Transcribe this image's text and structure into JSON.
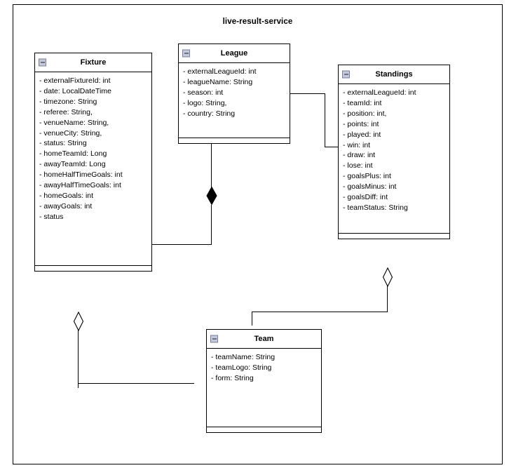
{
  "diagram": {
    "title": "live-result-service",
    "type": "uml-class-diagram"
  },
  "classes": [
    {
      "id": "fixture",
      "name": "Fixture",
      "collapse_icon": "collapse-minus-icon",
      "attributes": [
        "- externalFixtureId: int",
        "- date: LocalDateTime",
        "- timezone: String",
        "- referee: String,",
        "- venueName: String,",
        "- venueCity: String,",
        "- status: String",
        "- homeTeamId: Long",
        "- awayTeamId: Long",
        "- homeHalfTimeGoals: int",
        "- awayHalfTimeGoals: int",
        "- homeGoals: int",
        "- awayGoals: int",
        "- status"
      ],
      "operations": []
    },
    {
      "id": "league",
      "name": "League",
      "collapse_icon": "collapse-minus-icon",
      "attributes": [
        "- externalLeagueId: int",
        "- leagueName: String",
        "- season: int",
        "- logo: String,",
        "- country: String"
      ],
      "operations": []
    },
    {
      "id": "standings",
      "name": "Standings",
      "collapse_icon": "collapse-minus-icon",
      "attributes": [
        "- externalLeagueId: int",
        "- teamId: int",
        "- position: int,",
        "- points: int",
        "- played: int",
        "- win: int",
        "- draw: int",
        "- lose: int",
        "- goalsPlus: int",
        "- goalsMinus: int",
        "- goalsDiff: int",
        "- teamStatus: String"
      ],
      "operations": []
    },
    {
      "id": "team",
      "name": "Team",
      "collapse_icon": "collapse-minus-icon",
      "attributes": [
        "- teamName: String",
        "- teamLogo: String",
        "- form: String"
      ],
      "operations": []
    }
  ],
  "relationships": [
    {
      "id": "league-fixture",
      "from": "League",
      "to": "Fixture",
      "kind": "composition",
      "marker": "filled-diamond"
    },
    {
      "id": "league-standings",
      "from": "League",
      "to": "Standings",
      "kind": "association",
      "marker": "none"
    },
    {
      "id": "fixture-team",
      "from": "Fixture",
      "to": "Team",
      "kind": "aggregation",
      "marker": "hollow-diamond"
    },
    {
      "id": "standings-team",
      "from": "Standings",
      "to": "Team",
      "kind": "aggregation",
      "marker": "hollow-diamond"
    }
  ],
  "colors": {
    "line": "#000000",
    "background": "#ffffff",
    "collapse_icon_fill": "#c3c8da",
    "text": "#000000"
  }
}
